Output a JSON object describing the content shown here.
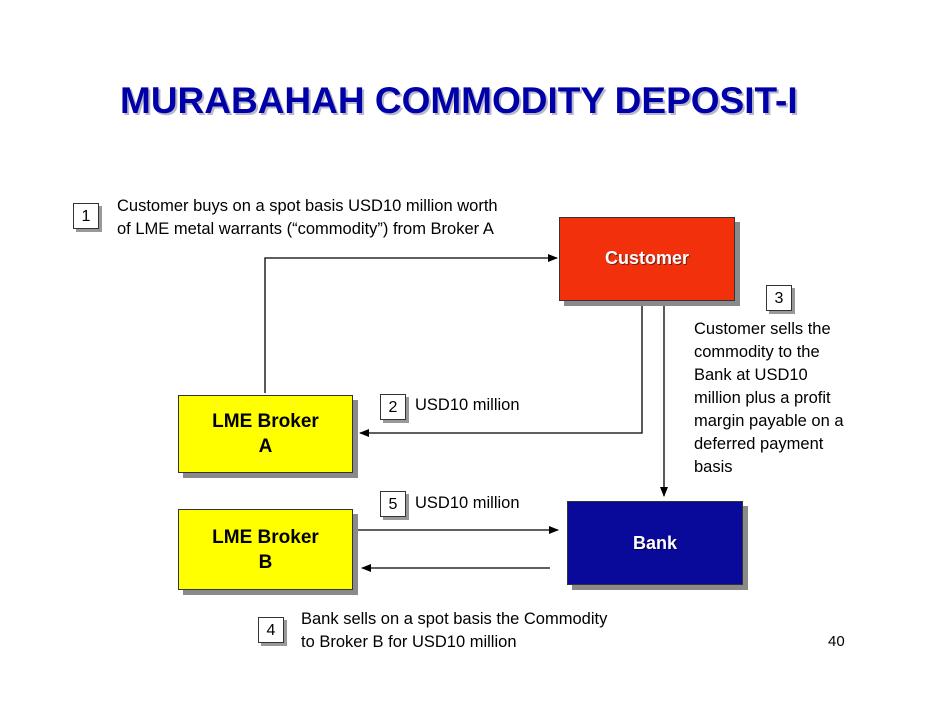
{
  "title": "MURABAHAH COMMODITY DEPOSIT-I",
  "steps": {
    "s1": {
      "num": "1",
      "line1": "Customer buys on a spot basis USD10 million worth",
      "line2": "of LME metal warrants (“commodity”) from Broker A"
    },
    "s2": {
      "num": "2",
      "label": "USD10 million"
    },
    "s3": {
      "num": "3",
      "lines": [
        "Customer sells the",
        "commodity to the",
        "Bank at USD10",
        "million plus a profit",
        "margin payable on a",
        "deferred payment",
        "basis"
      ]
    },
    "s4": {
      "num": "4",
      "line1": "Bank sells on a spot basis the Commodity",
      "line2": "to Broker B for USD10 million"
    },
    "s5": {
      "num": "5",
      "label": "USD10 million"
    }
  },
  "boxes": {
    "customer": "Customer",
    "broker_a": {
      "line1": "LME Broker",
      "line2": "A"
    },
    "broker_b": {
      "line1": "LME Broker",
      "line2": "B"
    },
    "bank": "Bank"
  },
  "page_number": "40",
  "colors": {
    "title": "#0000a8",
    "broker": "#ffff00",
    "customer": "#f2300c",
    "bank": "#0a0a9a"
  }
}
